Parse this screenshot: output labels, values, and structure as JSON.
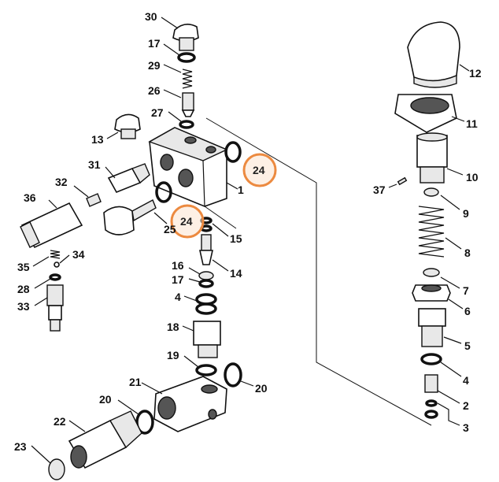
{
  "diagram": {
    "parts": [
      "30",
      "17",
      "29",
      "26",
      "27",
      "13",
      "31",
      "32",
      "36",
      "1",
      "24",
      "25",
      "15",
      "35",
      "34",
      "28",
      "33",
      "16",
      "17",
      "14",
      "4",
      "18",
      "19",
      "20",
      "21",
      "20",
      "22",
      "23",
      "12",
      "11",
      "10",
      "37",
      "9",
      "8",
      "7",
      "6",
      "5",
      "4",
      "2",
      "3",
      "24"
    ],
    "highlight_color": "#f0a060"
  }
}
